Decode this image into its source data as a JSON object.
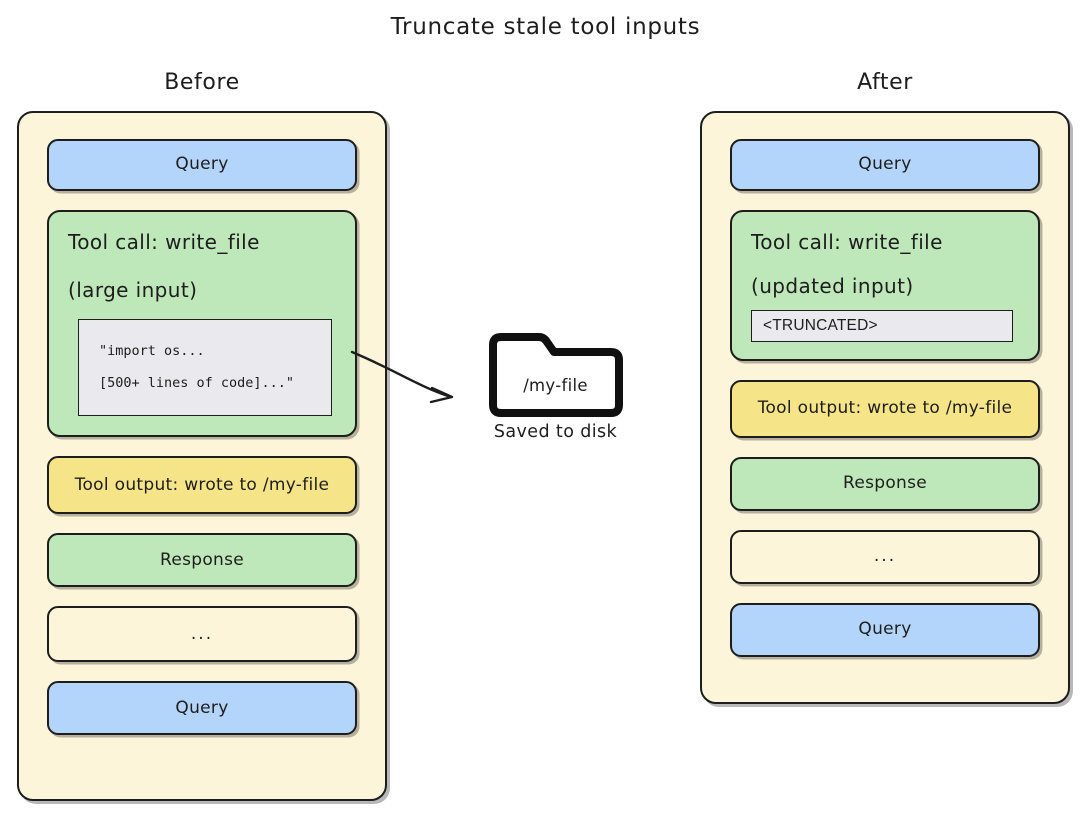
{
  "title": "Truncate stale tool inputs",
  "columns": {
    "before": {
      "heading": "Before",
      "items": [
        {
          "kind": "query",
          "label": "Query"
        },
        {
          "kind": "toolcall",
          "line1": "Tool call: write_file",
          "line2": "(large input)",
          "code_line1": "\"import os...",
          "code_line2": "[500+ lines of code]...\""
        },
        {
          "kind": "output",
          "label": "Tool output: wrote to /my-file"
        },
        {
          "kind": "response",
          "label": "Response"
        },
        {
          "kind": "ellipsis",
          "label": "..."
        },
        {
          "kind": "query",
          "label": "Query"
        }
      ]
    },
    "after": {
      "heading": "After",
      "items": [
        {
          "kind": "query",
          "label": "Query"
        },
        {
          "kind": "toolcall",
          "line1": "Tool call: write_file",
          "line2": "(updated input)",
          "code_line1": "<TRUNCATED>"
        },
        {
          "kind": "output",
          "label": "Tool output: wrote to /my-file"
        },
        {
          "kind": "response",
          "label": "Response"
        },
        {
          "kind": "ellipsis",
          "label": "..."
        },
        {
          "kind": "query",
          "label": "Query"
        }
      ]
    }
  },
  "middle": {
    "folder_name": "/my-file",
    "folder_caption": "Saved to disk",
    "arrow_from": "before-code-block",
    "arrow_to": "folder-icon"
  },
  "colors": {
    "background": "#ffffff",
    "panel_fill": "#fcf5da",
    "query_fill": "#b3d4fb",
    "response_fill": "#bfe8ba",
    "toolcall_fill": "#bfe8ba",
    "output_fill": "#f6e488",
    "code_fill": "#eaeaee",
    "stroke": "#1d1d1d"
  }
}
